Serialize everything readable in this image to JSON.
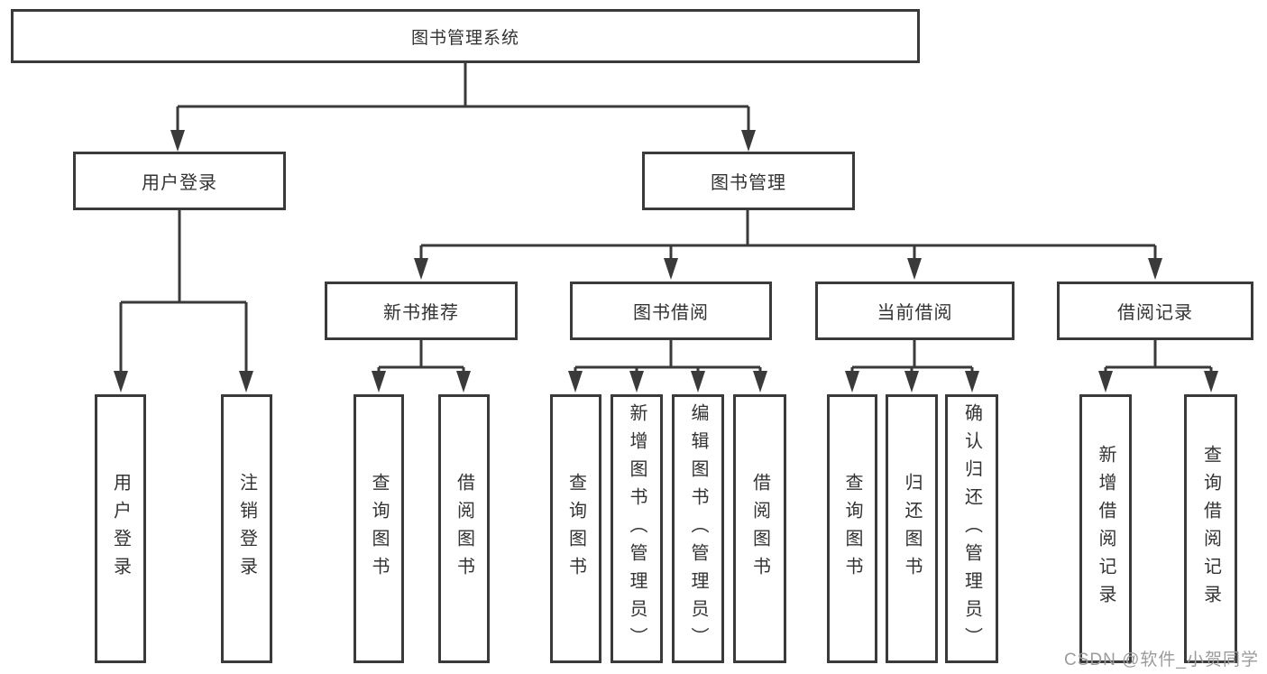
{
  "colors": {
    "line": "#3a3a3a",
    "box_border": "#3a3a3a",
    "box_background": "#ffffff",
    "text": "#333333",
    "watermark_text": "#9b9b9b",
    "page_background": "#ffffff"
  },
  "diagram": {
    "root": {
      "label": "图书管理系统"
    },
    "branches": [
      {
        "label": "用户登录",
        "leaves": [
          {
            "label": "用户登录"
          },
          {
            "label": "注销登录"
          }
        ]
      },
      {
        "label": "图书管理",
        "groups": [
          {
            "label": "新书推荐",
            "leaves": [
              {
                "label": "查询图书"
              },
              {
                "label": "借阅图书"
              }
            ]
          },
          {
            "label": "图书借阅",
            "leaves": [
              {
                "label": "查询图书"
              },
              {
                "label": "新增图书（管理员）"
              },
              {
                "label": "编辑图书（管理员）"
              },
              {
                "label": "借阅图书"
              }
            ]
          },
          {
            "label": "当前借阅",
            "leaves": [
              {
                "label": "查询图书"
              },
              {
                "label": "归还图书"
              },
              {
                "label": "确认归还（管理员）"
              }
            ]
          },
          {
            "label": "借阅记录",
            "leaves": [
              {
                "label": "新增借阅记录"
              },
              {
                "label": "查询借阅记录"
              }
            ]
          }
        ]
      }
    ]
  },
  "watermark": {
    "text": "CSDN @软件_小贺同学"
  }
}
